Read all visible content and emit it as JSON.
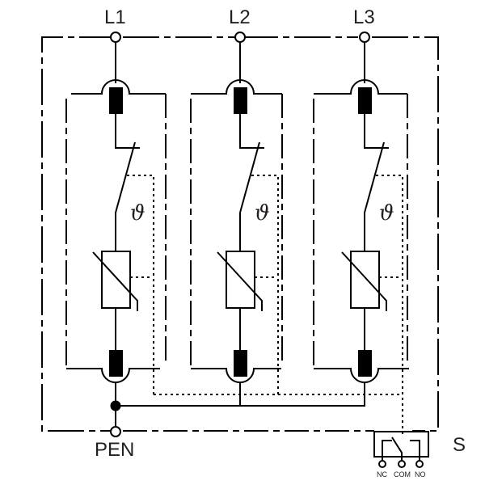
{
  "diagram": {
    "title": "Three-phase surge protection device wiring diagram",
    "phases": [
      {
        "id": "L1",
        "label": "L1",
        "thermal_symbol": "ϑ"
      },
      {
        "id": "L2",
        "label": "L2",
        "thermal_symbol": "ϑ"
      },
      {
        "id": "L3",
        "label": "L3",
        "thermal_symbol": "ϑ"
      }
    ],
    "ground_terminal": {
      "label": "PEN"
    },
    "signal_contact": {
      "label": "S",
      "pins": [
        "NC",
        "COM",
        "NO"
      ]
    },
    "colors": {
      "line": "#000000",
      "text": "#231f20",
      "background": "#ffffff"
    }
  }
}
